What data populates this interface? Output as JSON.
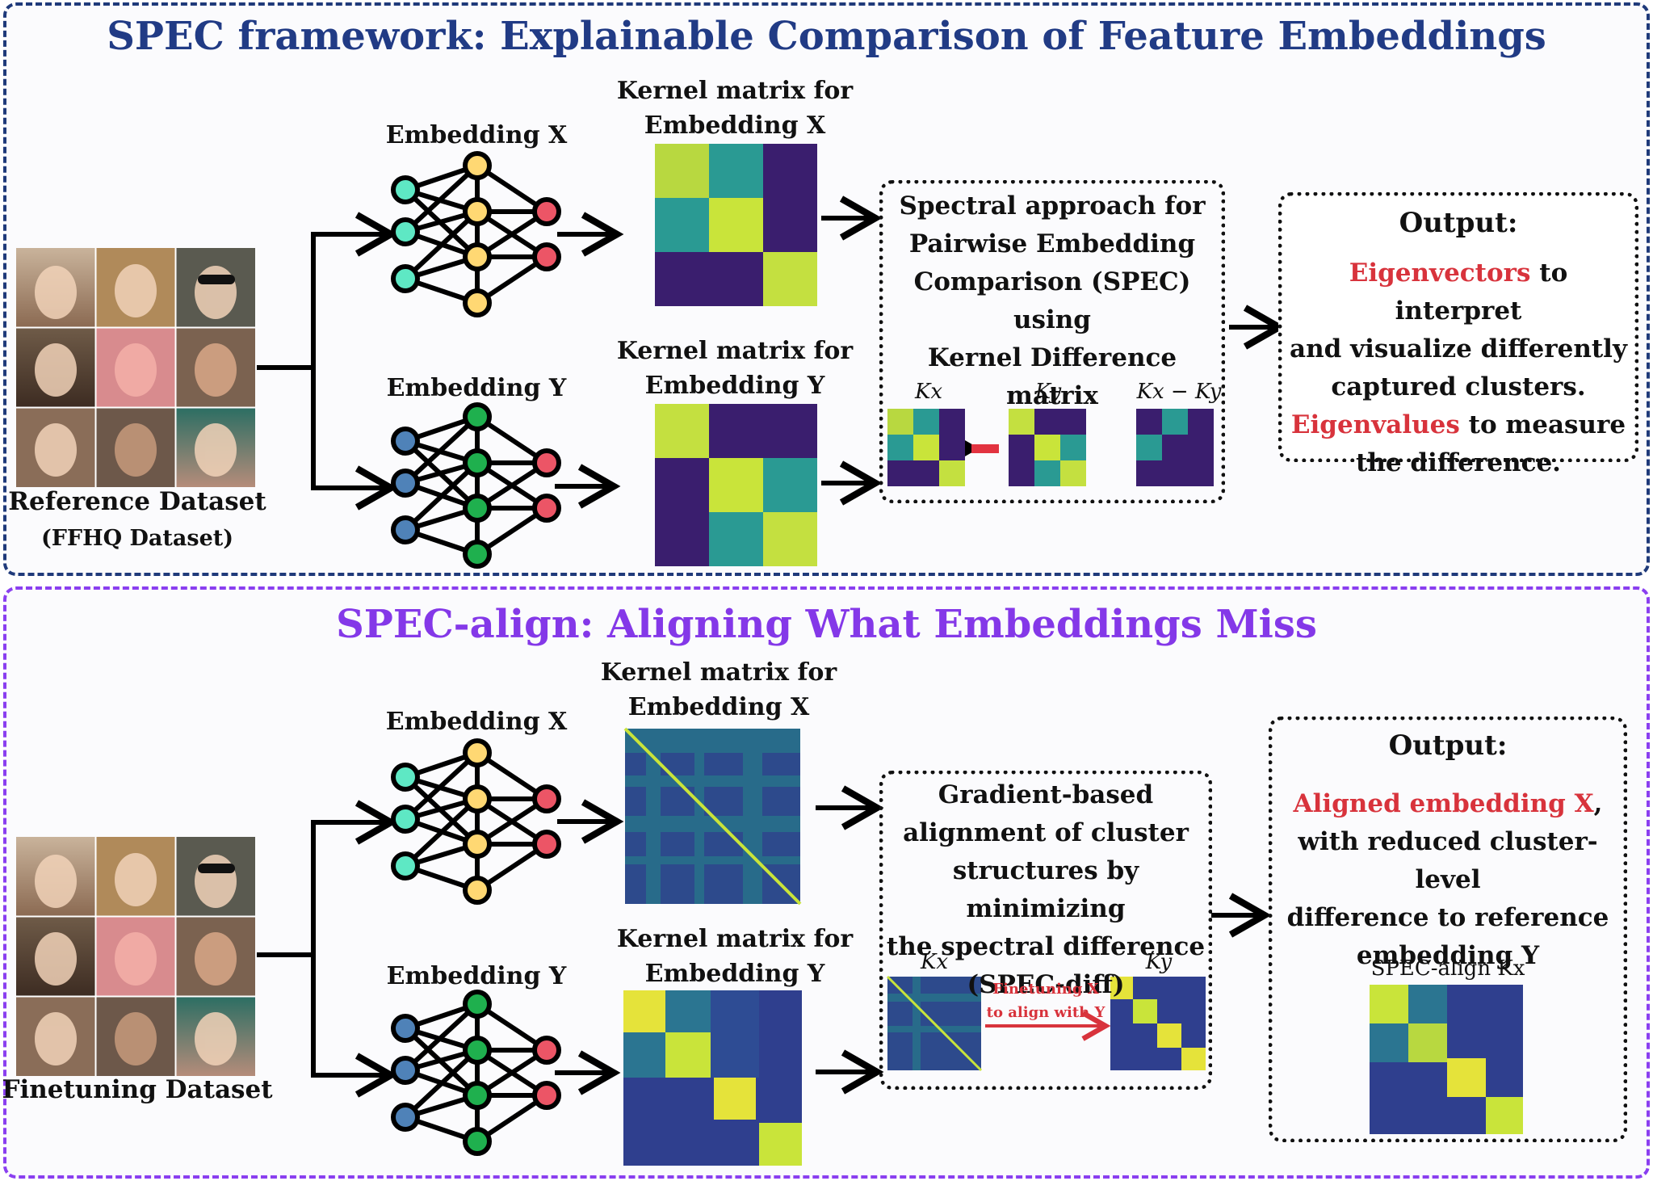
{
  "top": {
    "title": "SPEC framework: Explainable Comparison of Feature Embeddings",
    "dataset_label": "Reference Dataset",
    "dataset_sublabel": "(FFHQ Dataset)",
    "embedding_x_label": "Embedding X",
    "embedding_y_label": "Embedding Y",
    "kernel_x_label_1": "Kernel matrix for",
    "kernel_x_label_2": "Embedding X",
    "kernel_y_label_1": "Kernel matrix for",
    "kernel_y_label_2": "Embedding Y",
    "method_lines": [
      "Spectral approach for",
      "Pairwise Embedding",
      "Comparison (SPEC)",
      "using",
      "Kernel Difference matrix"
    ],
    "kx_label": "Kx",
    "ky_label": "Ky",
    "kdiff_label": "Kx − Ky",
    "output_title": "Output:",
    "output_eigvec": "Eigenvectors",
    "output_eigvec_rest": " to interpret",
    "output_line2": "and visualize differently",
    "output_line3": "captured clusters.",
    "output_eigval": "Eigenvalues",
    "output_eigval_rest": " to measure",
    "output_line5": "the difference."
  },
  "bottom": {
    "title": "SPEC-align: Aligning What Embeddings Miss",
    "dataset_label": "Finetuning Dataset",
    "embedding_x_label": "Embedding X",
    "embedding_y_label": "Embedding Y",
    "kernel_x_label_1": "Kernel matrix for",
    "kernel_x_label_2": "Embedding X",
    "kernel_y_label_1": "Kernel matrix for",
    "kernel_y_label_2": "Embedding Y",
    "method_lines": [
      "Gradient-based",
      "alignment of cluster",
      "structures by minimizing",
      "the spectral difference",
      "(SPEC-diff)"
    ],
    "kx_label": "Kx",
    "ky_label": "Ky",
    "finetune_line1": "Finetuning X",
    "finetune_line2": "to align with Y",
    "output_title": "Output:",
    "output_aligned": "Aligned embedding X",
    "output_aligned_rest": ",",
    "output_line2": "with reduced cluster-level",
    "output_line3": "difference to reference",
    "output_line4": "embedding Y",
    "spec_align_label": "SPEC-align Kx"
  },
  "colors": {
    "top_border": "#1f3a7a",
    "bottom_border": "#8a3ff0",
    "top_title": "#213b85",
    "bottom_title": "#8438e8",
    "highlight_red": "#d8333c",
    "node_teal": "#5ee8c4",
    "node_yellow": "#ffd873",
    "node_red": "#ec5566",
    "node_blue": "#4f82b8",
    "node_green": "#1fb04e",
    "matrix_dark": "#3a1e6e",
    "matrix_teal": "#2a9a93",
    "matrix_yellow": "#c9e43a"
  }
}
